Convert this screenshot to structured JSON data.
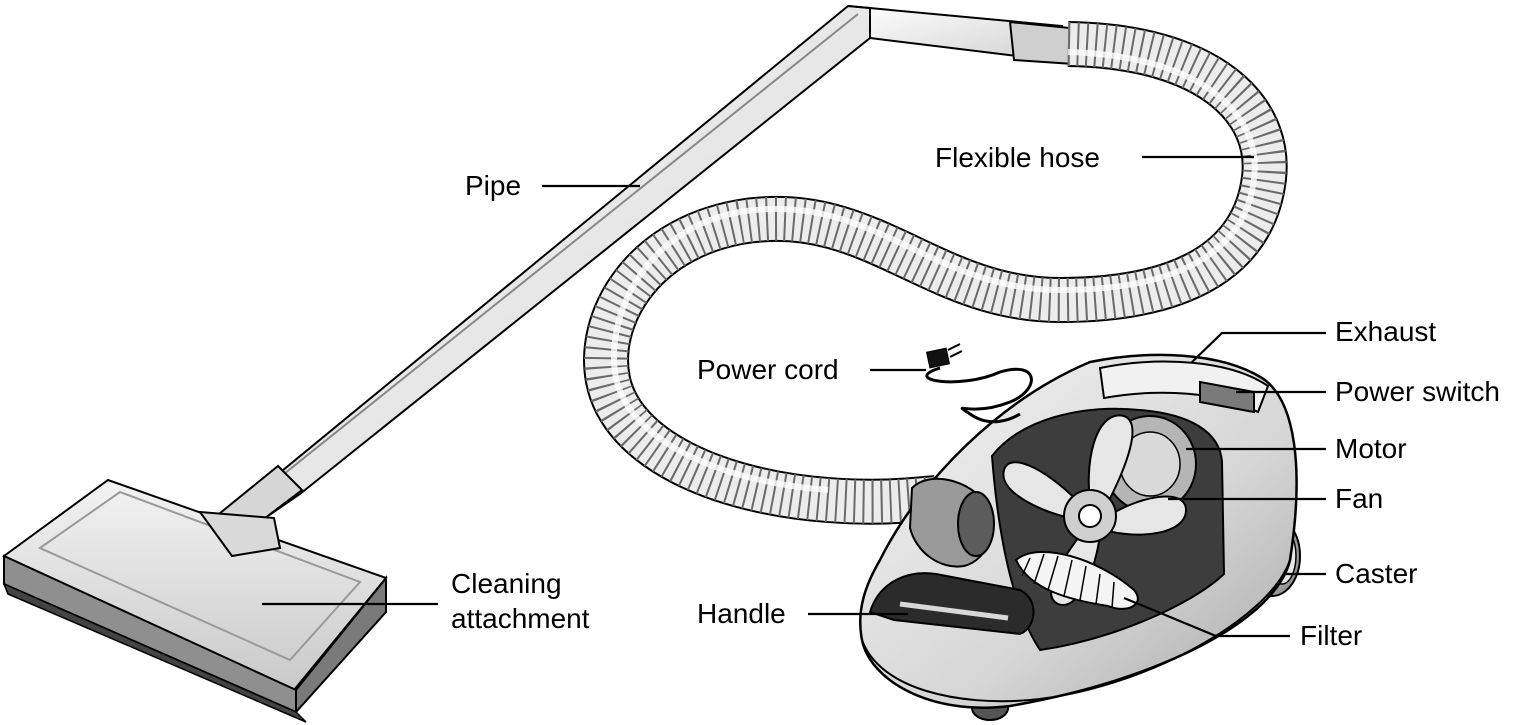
{
  "colors": {
    "ink": "#000000",
    "fill_light": "#e9e9e9",
    "fill_mid": "#bdbdbd",
    "fill_dark": "#6f6f6f",
    "background": "#ffffff"
  },
  "labels": {
    "pipe": "Pipe",
    "flexible_hose": "Flexible hose",
    "power_cord": "Power cord",
    "exhaust": "Exhaust",
    "power_switch": "Power switch",
    "motor": "Motor",
    "fan": "Fan",
    "caster": "Caster",
    "filter": "Filter",
    "handle": "Handle",
    "cleaning_attachment_line1": "Cleaning",
    "cleaning_attachment_line2": "attachment"
  }
}
